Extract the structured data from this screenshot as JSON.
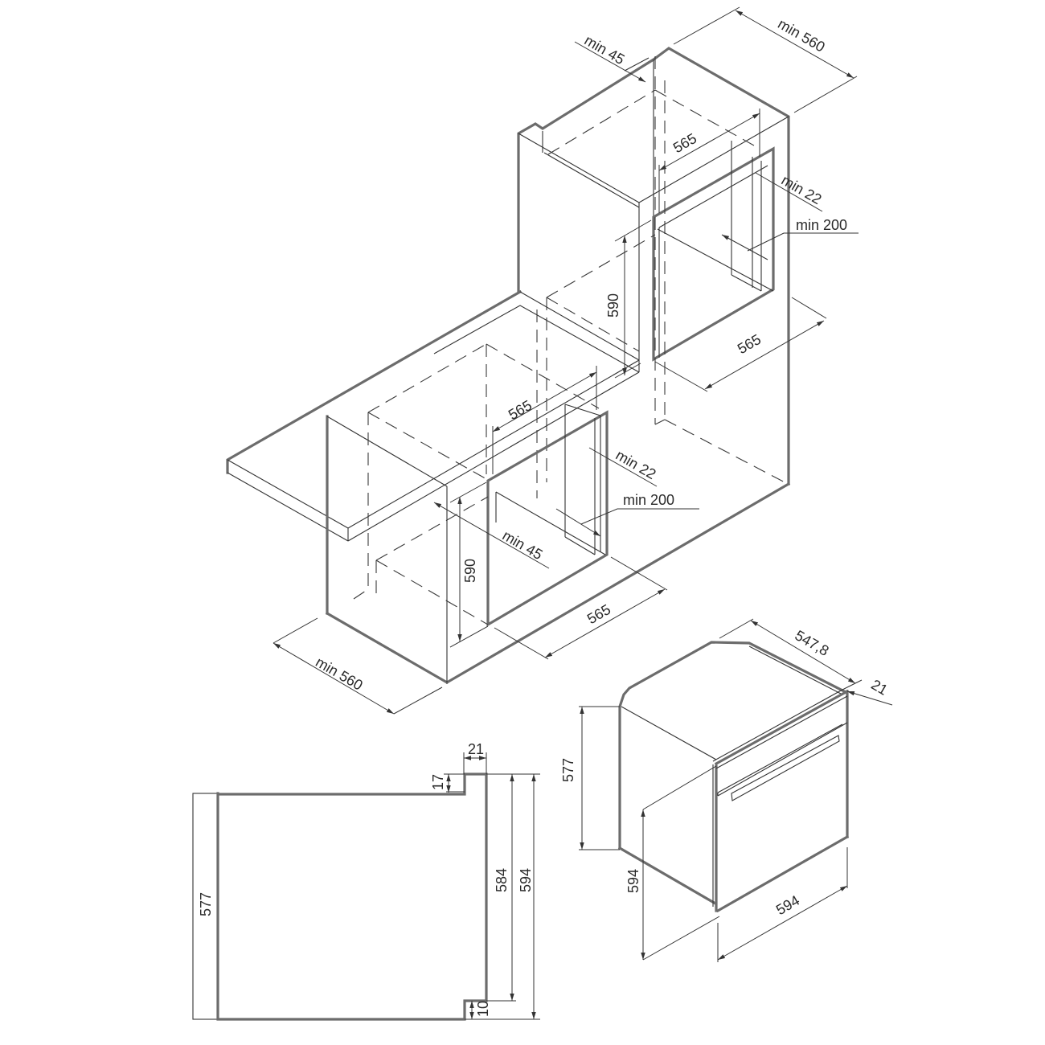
{
  "installation_tall_column": {
    "min_depth": "min 560",
    "min_rear_gap": "min 45",
    "niche_width": "565",
    "min_side_gap": "min 22",
    "min_vent": "min 200",
    "niche_height": "590",
    "niche_depth": "565"
  },
  "installation_under_counter": {
    "niche_width": "565",
    "min_side_gap": "min 22",
    "min_vent": "min 200",
    "min_rear_gap": "min 45",
    "niche_height": "590",
    "niche_depth": "565",
    "min_depth": "min 560"
  },
  "oven_isometric": {
    "body_depth": "547,8",
    "front_panel_thickness": "21",
    "body_height": "577",
    "front_height": "594",
    "front_width": "594"
  },
  "oven_side_view": {
    "front_panel_thickness": "21",
    "top_step": "17",
    "body_height": "577",
    "inner_height": "584",
    "total_height": "594",
    "bottom_step": "10"
  },
  "colors": {
    "outline": "#6c6c6c",
    "line": "#333333",
    "background": "#ffffff"
  }
}
